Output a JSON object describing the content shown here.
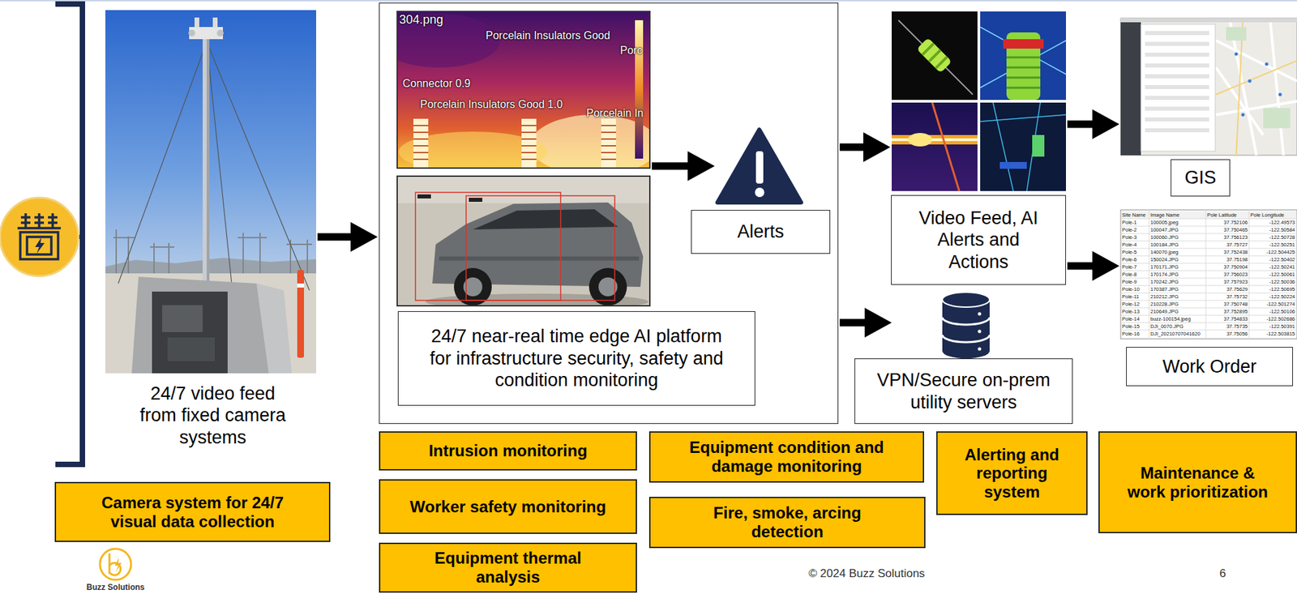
{
  "diagram": {
    "nodes": [
      {
        "text": [
          "24/7 video feed from fixed camera systems"
        ]
      },
      {
        "text": [
          "24/7 near-real time edge AI platform for infrastructure security, safety and condition monitoring"
        ]
      },
      {
        "text": [
          "Alerts"
        ],
        "in": 1
      },
      {
        "text": [
          "Video Feed, AI Alerts and Actions"
        ]
      },
      {
        "text": [
          "VPN/Secure on-prem utility servers"
        ]
      },
      {
        "text": [
          "GIS"
        ]
      },
      {
        "text": [
          "Work Order"
        ]
      },
      {
        "text": [
          "Camera system for 24/7 visual data collection"
        ]
      },
      {
        "text": [
          "Intrusion monitoring"
        ]
      },
      {
        "text": [
          "Worker safety monitoring"
        ]
      },
      {
        "text": [
          "Equipment thermal analysis"
        ]
      },
      {
        "text": [
          "Equipment condition and damage monitoring"
        ]
      },
      {
        "text": [
          "Fire, smoke, arcing detection"
        ]
      },
      {
        "text": [
          "Alerting and reporting system"
        ]
      },
      {
        "text": [
          "Maintenance & work prioritization"
        ]
      }
    ],
    "edges": [
      {
        "from": 0,
        "to": 1,
        "arrow": "to"
      },
      {
        "from": 1,
        "to": 2,
        "arrow": "to"
      },
      {
        "from": 1,
        "to": 3,
        "arrow": "to"
      },
      {
        "from": 1,
        "to": 4,
        "arrow": "to"
      },
      {
        "from": 3,
        "to": 5,
        "arrow": "to"
      },
      {
        "from": 3,
        "to": 6,
        "arrow": "to"
      }
    ],
    "labels": [
      "304.png",
      "Porcelain Insulators Good",
      "Porc",
      "Connector 0.9",
      "Porcelain Insulators Good 1.0",
      "Porcelain In",
      "Site Name",
      "Image Name",
      "Pole Latitude",
      "Pole Longitude",
      "Pole-1",
      "100005.jpeg",
      "37.752106",
      "-122.49573",
      "Pole-2",
      "100047.JPG",
      "37.750465",
      "-122.50584",
      "Pole-3",
      "100060.JPG",
      "37.756123",
      "-122.50728",
      "Pole-4",
      "100184.JPG",
      "37.75727",
      "-122.50251",
      "Pole-5",
      "140070.jpeg",
      "37.752438",
      "-122.504425",
      "Pole-6",
      "150024.JPG",
      "37.75198",
      "-122.50402",
      "Pole-7",
      "170171.JPG",
      "37.750904",
      "-122.50241",
      "Pole-8",
      "170174.JPG",
      "37.756023",
      "-122.50061",
      "Pole-9",
      "170242.JPG",
      "37.757923",
      "-122.50036",
      "Pole-10",
      "170387.JPG",
      "37.75629",
      "-122.50695",
      "Pole-11",
      "210212.JPG",
      "37.75732",
      "-122.50224",
      "Pole-12",
      "210228.JPG",
      "37.750748",
      "-122.501274",
      "Pole-13",
      "210649.JPG",
      "37.752895",
      "-122.50106",
      "Pole-14",
      "buzz-100154.jpeg",
      "37.754833",
      "-122.502686",
      "Pole-15",
      "DJI_0070.JPG",
      "37.75735",
      "-122.50391",
      "Pole-16",
      "DJI_20210707041620",
      "37.75056",
      "-122.503815",
      "© 2024 Buzz Solutions",
      "6",
      "Buzz Solutions"
    ]
  }
}
